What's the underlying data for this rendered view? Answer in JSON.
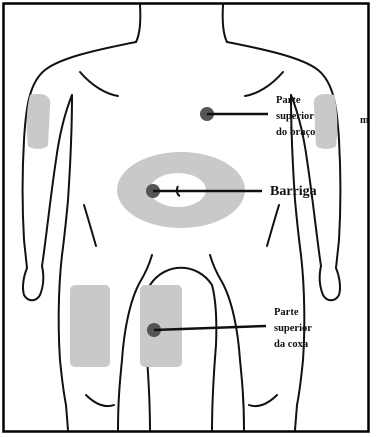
{
  "labels": {
    "upper_arm": [
      "Parte",
      "superior",
      "do braço"
    ],
    "belly": "Barriga",
    "upper_thigh": [
      "Parte",
      "superior",
      "da coxa"
    ],
    "stray_mark": "m"
  },
  "colors": {
    "outline": "#111111",
    "injection_zone": "#c9c9c9",
    "navel_halo": "#ffffff",
    "marker_dot": "#555555",
    "border": "#000000",
    "background": "#ffffff"
  }
}
